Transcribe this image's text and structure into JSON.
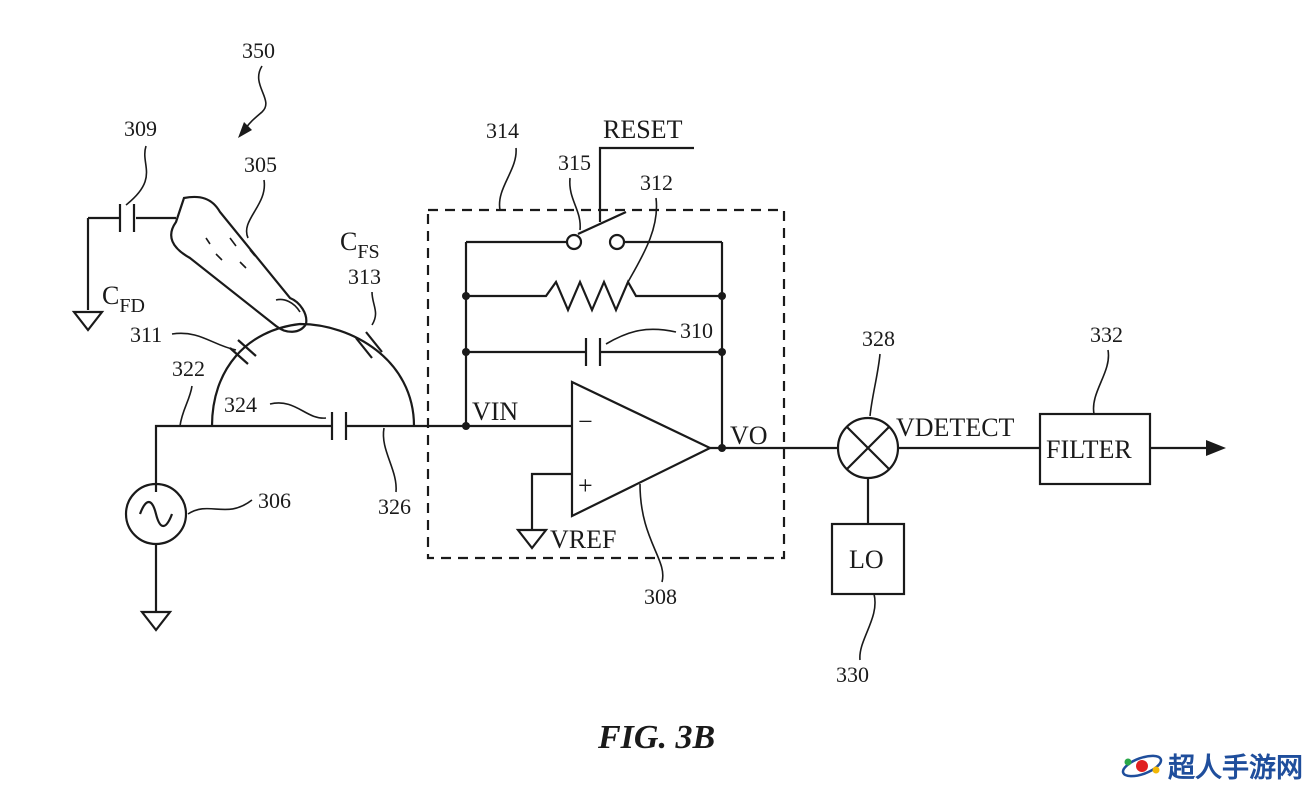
{
  "figure": {
    "caption": "FIG. 3B",
    "labels": {
      "n350": "350",
      "n309": "309",
      "n305": "305",
      "n314": "314",
      "reset": "RESET",
      "n315": "315",
      "n312": "312",
      "cfs_main": "C",
      "cfs_sub": "FS",
      "n313": "313",
      "cfd_main": "C",
      "cfd_sub": "FD",
      "n311": "311",
      "n322": "322",
      "n310": "310",
      "n328": "328",
      "n332": "332",
      "n324": "324",
      "vin": "VIN",
      "vo": "VO",
      "vdetect": "VDETECT",
      "filter": "FILTER",
      "n306": "306",
      "n326": "326",
      "vref": "VREF",
      "lo": "LO",
      "n308": "308",
      "n330": "330",
      "minus": "−",
      "plus": "+"
    }
  },
  "watermark": {
    "text": "超人手游网",
    "colors": {
      "blue": "#1f4e9c",
      "red": "#e02020",
      "green": "#2aa84a",
      "yellow": "#f2b705"
    }
  }
}
